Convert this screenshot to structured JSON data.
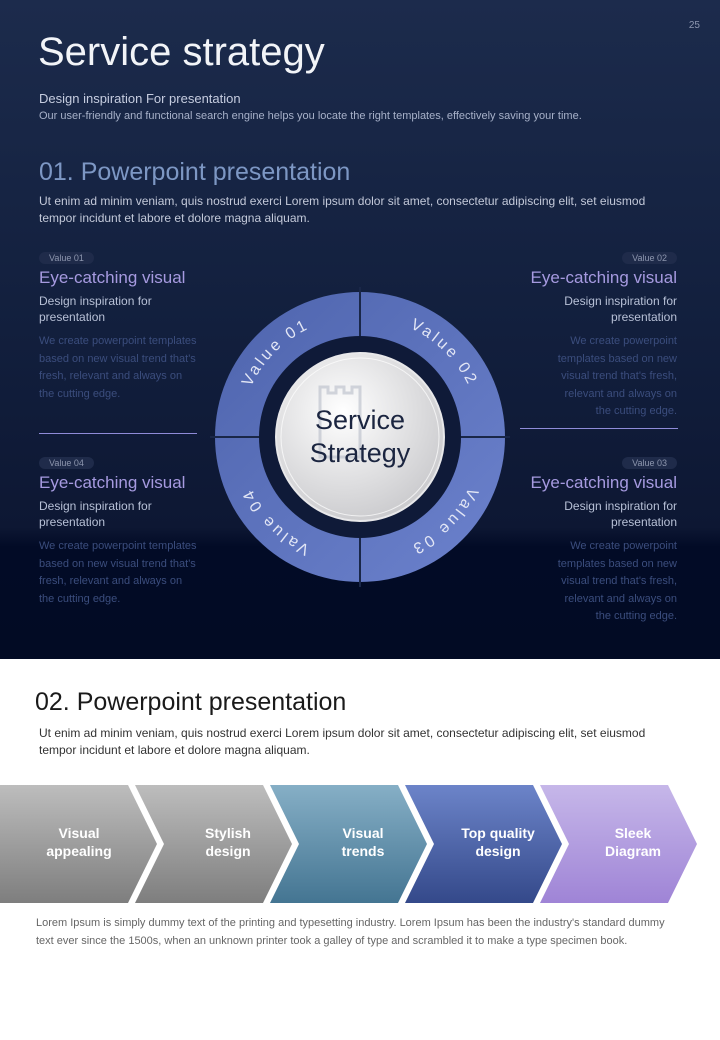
{
  "page_number": "25",
  "title": "Service strategy",
  "subtitle": "Design inspiration For presentation",
  "subtitle_desc": "Our user-friendly and functional search engine helps you locate the right templates, effectively saving your time.",
  "section1": {
    "heading": "01. Powerpoint presentation",
    "body": "Ut enim ad minim veniam, quis nostrud exerci  Lorem ipsum dolor sit amet, consectetur  adipiscing elit, set eiusmod tempor incidunt et labore et dolore magna aliquam."
  },
  "values": [
    {
      "badge": "Value 01",
      "heading": "Eye-catching visual",
      "sub": "Design inspiration for presentation",
      "desc": "We create powerpoint templates based on new visual trend that's fresh, relevant and always on the cutting edge."
    },
    {
      "badge": "Value 02",
      "heading": "Eye-catching visual",
      "sub": "Design inspiration for presentation",
      "desc": "We create powerpoint templates based on new visual trend that's fresh, relevant and always on the cutting edge."
    },
    {
      "badge": "Value 03",
      "heading": "Eye-catching visual",
      "sub": "Design inspiration for presentation",
      "desc": "We create powerpoint templates based on new visual trend that's fresh, relevant and always on the cutting edge."
    },
    {
      "badge": "Value 04",
      "heading": "Eye-catching visual",
      "sub": "Design inspiration for presentation",
      "desc": "We create powerpoint templates based on new visual trend that's fresh, relevant and always on the cutting edge."
    }
  ],
  "ring": {
    "labels": [
      "Value 01",
      "Value 02",
      "Value 03",
      "Value 04"
    ],
    "center_line1": "Service",
    "center_line2": "Strategy"
  },
  "section2": {
    "heading": "02. Powerpoint presentation",
    "body": "Ut enim ad minim veniam, quis nostrud exerci  Lorem ipsum dolor sit amet, consectetur  adipiscing elit, set eiusmod tempor incidunt et labore et dolore magna aliquam."
  },
  "steps": [
    {
      "line1": "Visual",
      "line2": "appealing",
      "color_top": "#bdbdbd",
      "color_bottom": "#7e7e7e"
    },
    {
      "line1": "Stylish",
      "line2": "design",
      "color_top": "#bdbdbd",
      "color_bottom": "#7e7e7e"
    },
    {
      "line1": "Visual",
      "line2": "trends",
      "color_top": "#86afc6",
      "color_bottom": "#447592"
    },
    {
      "line1": "Top quality",
      "line2": "design",
      "color_top": "#6c84c9",
      "color_bottom": "#34498a"
    },
    {
      "line1": "Sleek",
      "line2": "Diagram",
      "color_top": "#c6b7e9",
      "color_bottom": "#9f84d6"
    }
  ],
  "footer": "Lorem Ipsum is simply dummy text of the printing and typesetting industry. Lorem Ipsum has been the industry's standard dummy text ever since the 1500s, when an unknown printer took a galley of type and scrambled it to make a type specimen book."
}
